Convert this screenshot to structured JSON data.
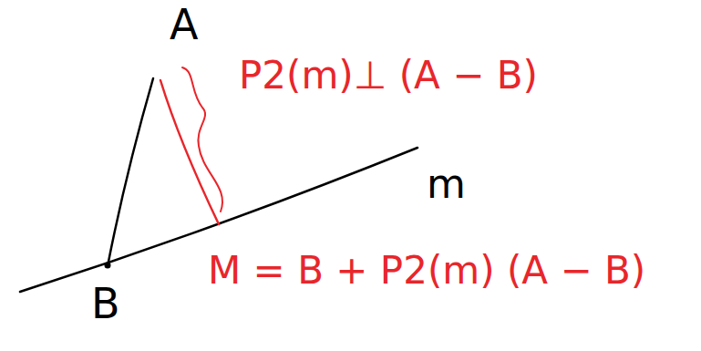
{
  "diagram": {
    "labels": [
      "A",
      "B",
      "m",
      "P2(m)⊥ (A − B)",
      "M = B + P2(m) (A − B)"
    ]
  }
}
